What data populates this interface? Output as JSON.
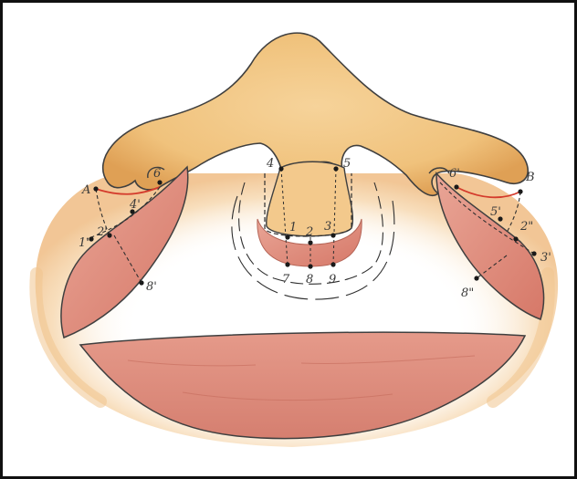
{
  "figure": {
    "background": "#ffffff",
    "border_color": "#111111",
    "colors": {
      "nose_fill": "#f2c785",
      "nose_shadow": "#d9934a",
      "lip_fill": "#dd8a7c",
      "lip_line": "#c0534a",
      "skin_wash": "#f4cf9e",
      "cut_line": "#d43b2c",
      "outline": "#444444"
    },
    "labels": {
      "A": "A",
      "B": "B",
      "p1": "1",
      "p2": "2",
      "p3": "3",
      "p4": "4",
      "p5": "5",
      "p6": "6",
      "p7": "7",
      "p8": "8",
      "p9": "9",
      "p1prime": "1'",
      "p2prime": "2'",
      "p4prime": "4'",
      "p5prime": "5'",
      "p6prime": "6'",
      "p8prime": "8'",
      "p2dprime": "2\"",
      "p3prime": "3'",
      "p8dprime": "8\""
    }
  }
}
